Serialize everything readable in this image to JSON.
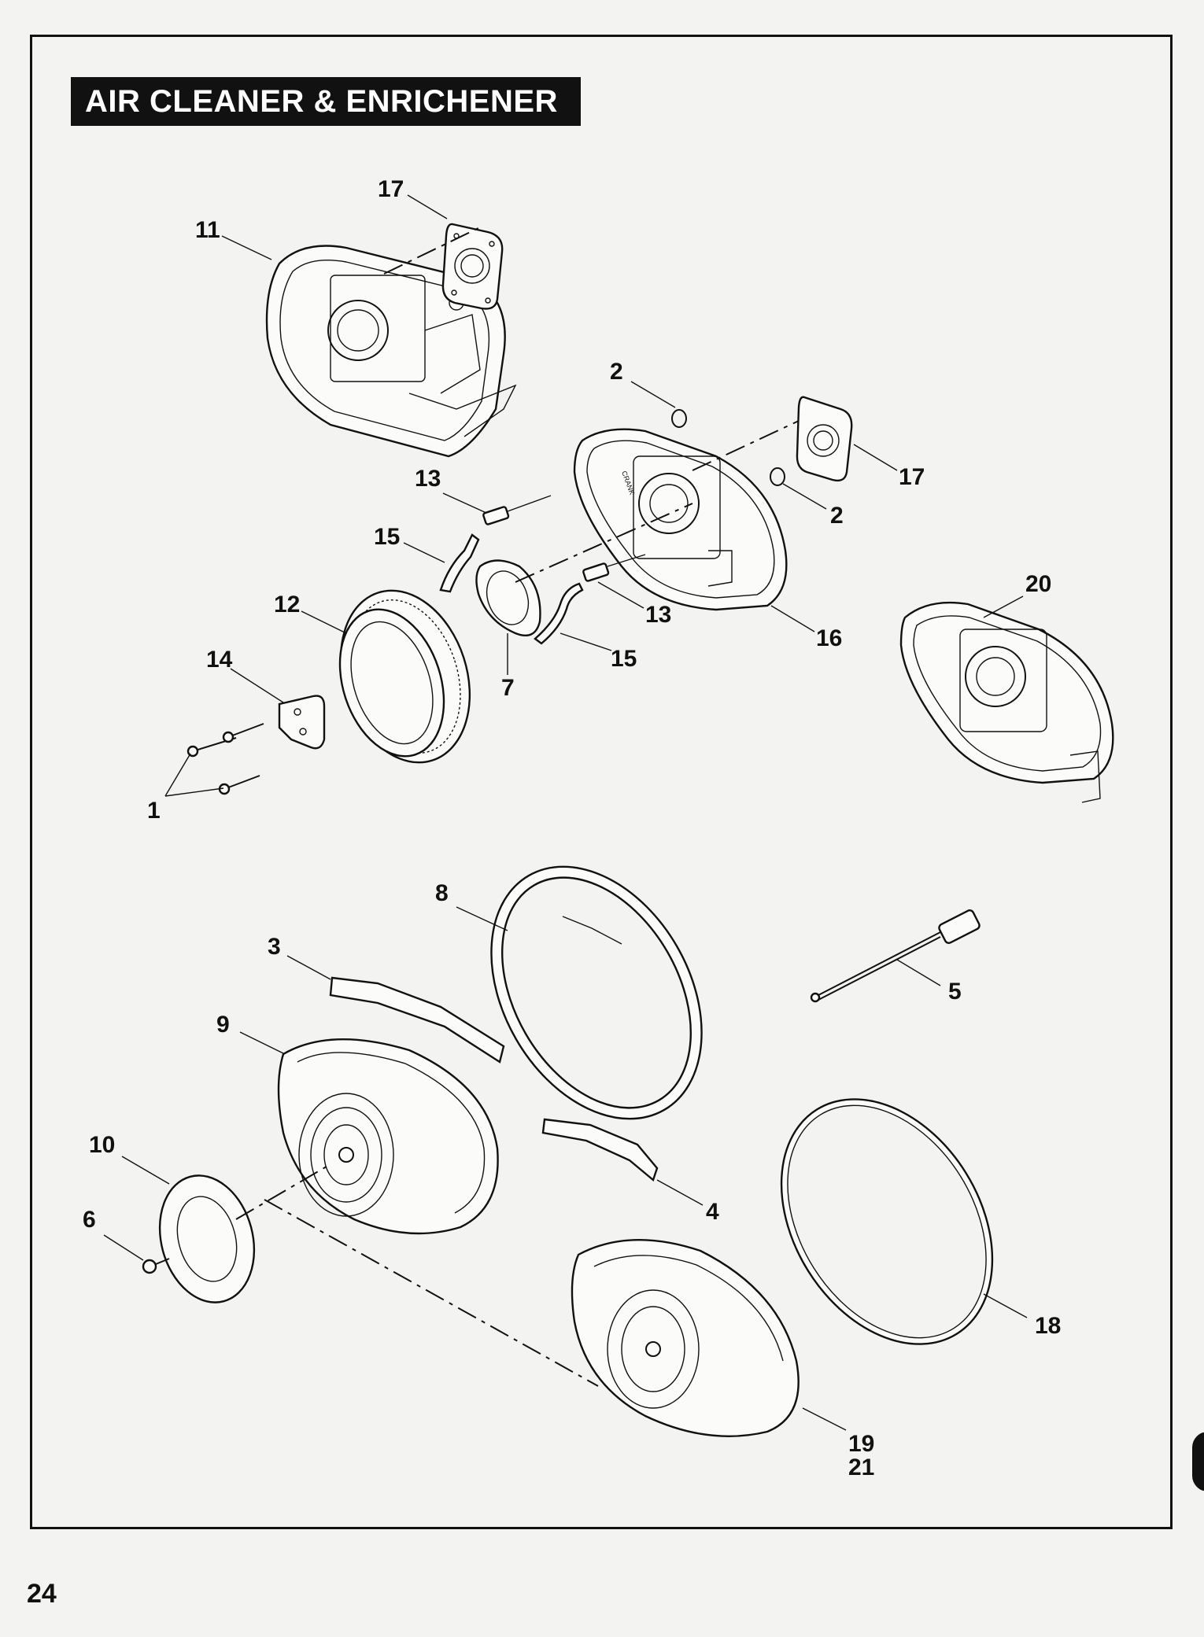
{
  "title": "AIR CLEANER & ENRICHENER",
  "page_number": "24",
  "callouts": [
    {
      "id": "c17a",
      "text": "17"
    },
    {
      "id": "c11",
      "text": "11"
    },
    {
      "id": "c2a",
      "text": "2"
    },
    {
      "id": "c13a",
      "text": "13"
    },
    {
      "id": "c17b",
      "text": "17"
    },
    {
      "id": "c2b",
      "text": "2"
    },
    {
      "id": "c15a",
      "text": "15"
    },
    {
      "id": "c20",
      "text": "20"
    },
    {
      "id": "c12",
      "text": "12"
    },
    {
      "id": "c13b",
      "text": "13"
    },
    {
      "id": "c16",
      "text": "16"
    },
    {
      "id": "c14",
      "text": "14"
    },
    {
      "id": "c15b",
      "text": "15"
    },
    {
      "id": "c7",
      "text": "7"
    },
    {
      "id": "c1",
      "text": "1"
    },
    {
      "id": "c8",
      "text": "8"
    },
    {
      "id": "c3",
      "text": "3"
    },
    {
      "id": "c5",
      "text": "5"
    },
    {
      "id": "c9",
      "text": "9"
    },
    {
      "id": "c10",
      "text": "10"
    },
    {
      "id": "c4",
      "text": "4"
    },
    {
      "id": "c6",
      "text": "6"
    },
    {
      "id": "c18",
      "text": "18"
    },
    {
      "id": "c19",
      "text": "19"
    },
    {
      "id": "c21",
      "text": "21"
    }
  ]
}
